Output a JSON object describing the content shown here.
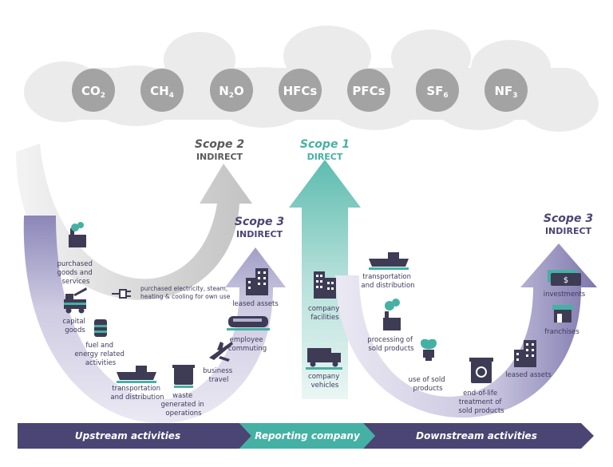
{
  "gases": [
    {
      "base": "CO",
      "sub": "2"
    },
    {
      "base": "CH",
      "sub": "4"
    },
    {
      "base": "N",
      "sub": "2",
      "tail": "O"
    },
    {
      "base": "HFCs",
      "sub": ""
    },
    {
      "base": "PFCs",
      "sub": ""
    },
    {
      "base": "SF",
      "sub": "6"
    },
    {
      "base": "NF",
      "sub": "3"
    }
  ],
  "scope2": {
    "title": "Scope 2",
    "subtitle": "INDIRECT"
  },
  "scope1": {
    "title": "Scope 1",
    "subtitle": "DIRECT"
  },
  "scope3_upstream": {
    "title": "Scope 3",
    "subtitle": "INDIRECT"
  },
  "scope3_downstream": {
    "title": "Scope 3",
    "subtitle": "INDIRECT"
  },
  "upstream_items": {
    "purchased_goods": [
      "purchased",
      "goods and",
      "services"
    ],
    "capital_goods": [
      "capital",
      "goods"
    ],
    "fuel_energy": [
      "fuel and",
      "energy related",
      "activities"
    ],
    "transport_up": [
      "transportation",
      "and distribution"
    ],
    "waste": [
      "waste",
      "generated in",
      "operations"
    ],
    "business_travel": [
      "business",
      "travel"
    ],
    "employee_commuting": [
      "employee",
      "commuting"
    ],
    "leased_assets_up": [
      "leased assets"
    ]
  },
  "scope2_item": [
    "purchased electricity, steam,",
    "heating & cooling for own use"
  ],
  "scope1_items": {
    "facilities": [
      "company",
      "facilities"
    ],
    "vehicles": [
      "company",
      "vehicles"
    ]
  },
  "downstream_items": {
    "transport_down": [
      "transportation",
      "and distribution"
    ],
    "processing": [
      "processing of",
      "sold products"
    ],
    "use_sold": [
      "use of sold",
      "products"
    ],
    "end_of_life": [
      "end-of-life",
      "treatment of",
      "sold products"
    ],
    "leased_assets_down": [
      "leased assets"
    ],
    "franchises": [
      "franchises"
    ],
    "investments": [
      "investments"
    ]
  },
  "bar": {
    "upstream": "Upstream activities",
    "reporting": "Reporting company",
    "downstream": "Downstream activities"
  },
  "colors": {
    "purple": "#4a4573",
    "purple_light": "#b3b0cf",
    "teal": "#45b1a4",
    "gas_circle": "#a3a3a3",
    "cloud": "#e9e9e9",
    "scope2_gray": "#bdbdbd",
    "icon": "#3e3b55"
  }
}
